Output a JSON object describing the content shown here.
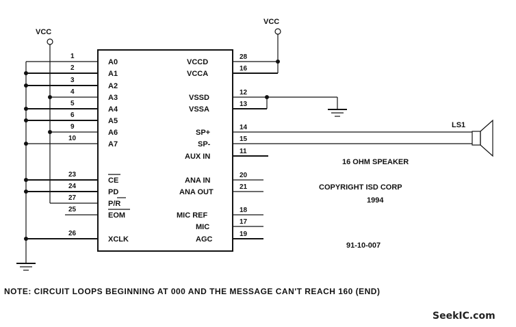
{
  "supply": {
    "vcc_left": "VCC",
    "vcc_right": "VCC"
  },
  "left_pins": [
    {
      "num": "1",
      "name": "A0"
    },
    {
      "num": "2",
      "name": "A1"
    },
    {
      "num": "3",
      "name": "A2"
    },
    {
      "num": "4",
      "name": "A3"
    },
    {
      "num": "5",
      "name": "A4"
    },
    {
      "num": "6",
      "name": "A5"
    },
    {
      "num": "9",
      "name": "A6"
    },
    {
      "num": "10",
      "name": "A7"
    },
    {
      "num": "23",
      "name": "CE"
    },
    {
      "num": "24",
      "name": "PD"
    },
    {
      "num": "27",
      "name": "P/R"
    },
    {
      "num": "25",
      "name": "EOM"
    },
    {
      "num": "26",
      "name": "XCLK"
    }
  ],
  "right_pins": [
    {
      "num": "28",
      "name": "VCCD"
    },
    {
      "num": "16",
      "name": "VCCA"
    },
    {
      "num": "12",
      "name": "VSSD"
    },
    {
      "num": "13",
      "name": "VSSA"
    },
    {
      "num": "14",
      "name": "SP+"
    },
    {
      "num": "15",
      "name": "SP-"
    },
    {
      "num": "11",
      "name": "AUX IN"
    },
    {
      "num": "20",
      "name": "ANA IN"
    },
    {
      "num": "21",
      "name": "ANA OUT"
    },
    {
      "num": "18",
      "name": "MIC REF"
    },
    {
      "num": "17",
      "name": "MIC"
    },
    {
      "num": "19",
      "name": "AGC"
    }
  ],
  "speaker": {
    "ref": "LS1",
    "caption": "16 OHM SPEAKER"
  },
  "copyright": {
    "line1": "COPYRIGHT ISD CORP",
    "line2": "1994"
  },
  "doc_number": "91-10-007",
  "note": "NOTE: CIRCUIT LOOPS BEGINNING AT 000 AND THE MESSAGE CAN'T REACH 160 (END)",
  "watermark": "SeekIC.com"
}
